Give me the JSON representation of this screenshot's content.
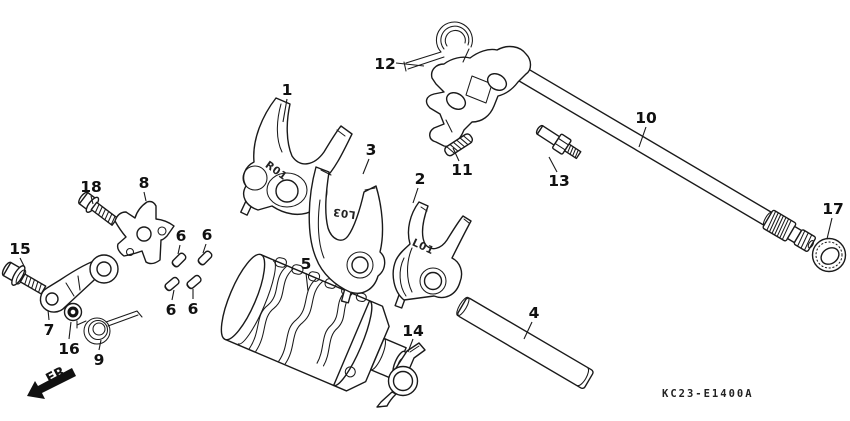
{
  "diagram": {
    "type": "exploded-parts-diagram",
    "footer": {
      "diagram_code": "KC23-E1400A"
    },
    "orientation": {
      "front_label": "FR."
    },
    "part_marks": {
      "fork_1": "R01",
      "fork_2": "L01",
      "fork_3": "L03"
    },
    "callouts": {
      "n1": "1",
      "n2": "2",
      "n3": "3",
      "n4": "4",
      "n5": "5",
      "n6a": "6",
      "n6b": "6",
      "n6c": "6",
      "n6d": "6",
      "n7": "7",
      "n8": "8",
      "n9": "9",
      "n10": "10",
      "n11": "11",
      "n12": "12",
      "n13": "13",
      "n14": "14",
      "n15": "15",
      "n16": "16",
      "n17": "17",
      "n18": "18"
    },
    "colors": {
      "line": "#1a1a1a",
      "background": "#ffffff"
    }
  }
}
